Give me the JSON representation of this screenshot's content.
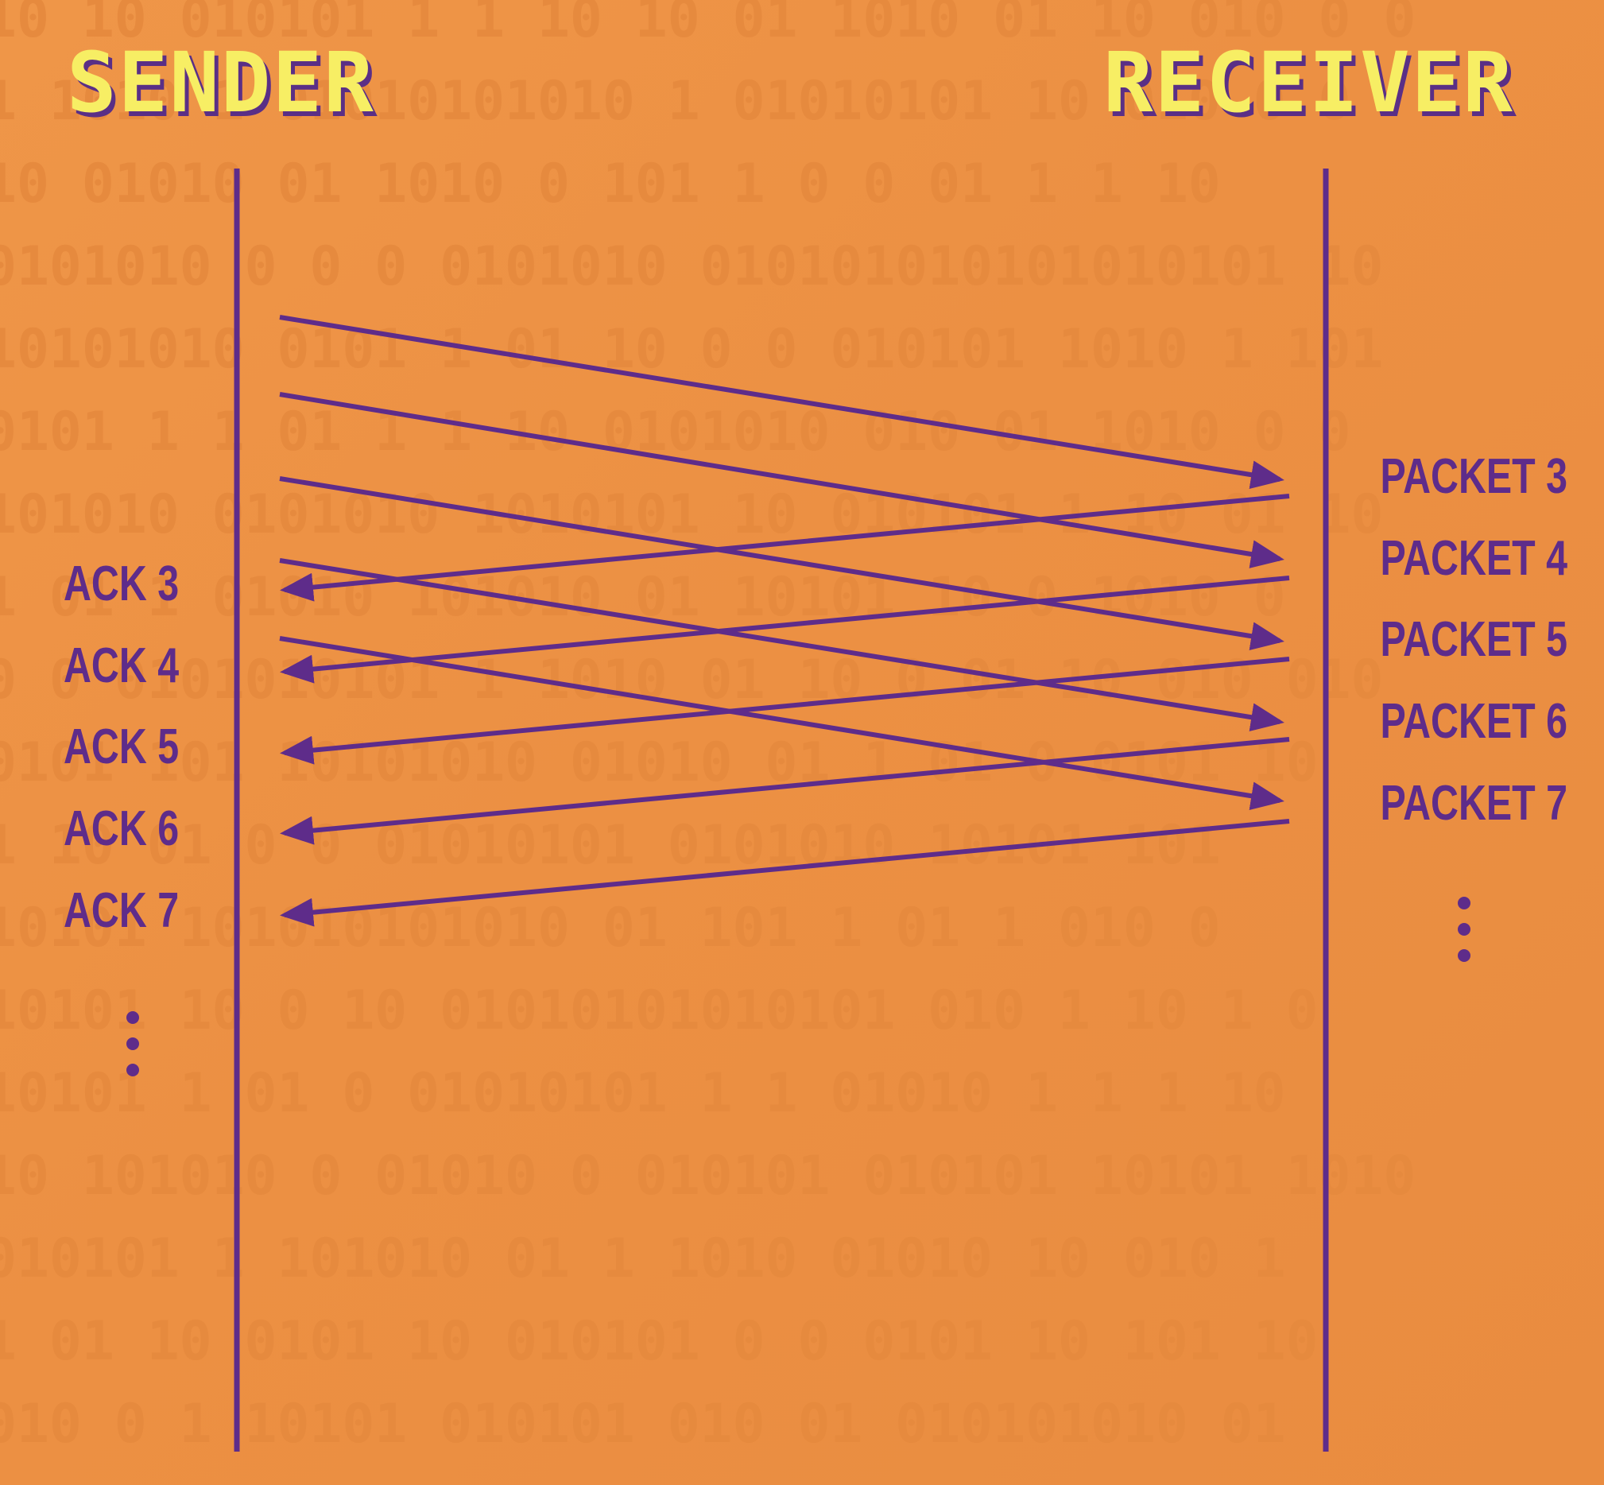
{
  "sender": {
    "title": "SENDER"
  },
  "receiver": {
    "title": "RECEIVER"
  },
  "packets": [
    {
      "label": "PACKET 3"
    },
    {
      "label": "PACKET 4"
    },
    {
      "label": "PACKET 5"
    },
    {
      "label": "PACKET 6"
    },
    {
      "label": "PACKET 7"
    }
  ],
  "acks": [
    {
      "label": "ACK 3"
    },
    {
      "label": "ACK 4"
    },
    {
      "label": "ACK 5"
    },
    {
      "label": "ACK 6"
    },
    {
      "label": "ACK 7"
    }
  ],
  "colors": {
    "background": "#EC9145",
    "line": "#5E2C8A",
    "title_fill": "#F7EE64",
    "title_shadow": "#5A2F86",
    "binary_pattern": "#E68A3E"
  },
  "icons": {
    "ellipsis": "vertical-ellipsis-icon"
  }
}
